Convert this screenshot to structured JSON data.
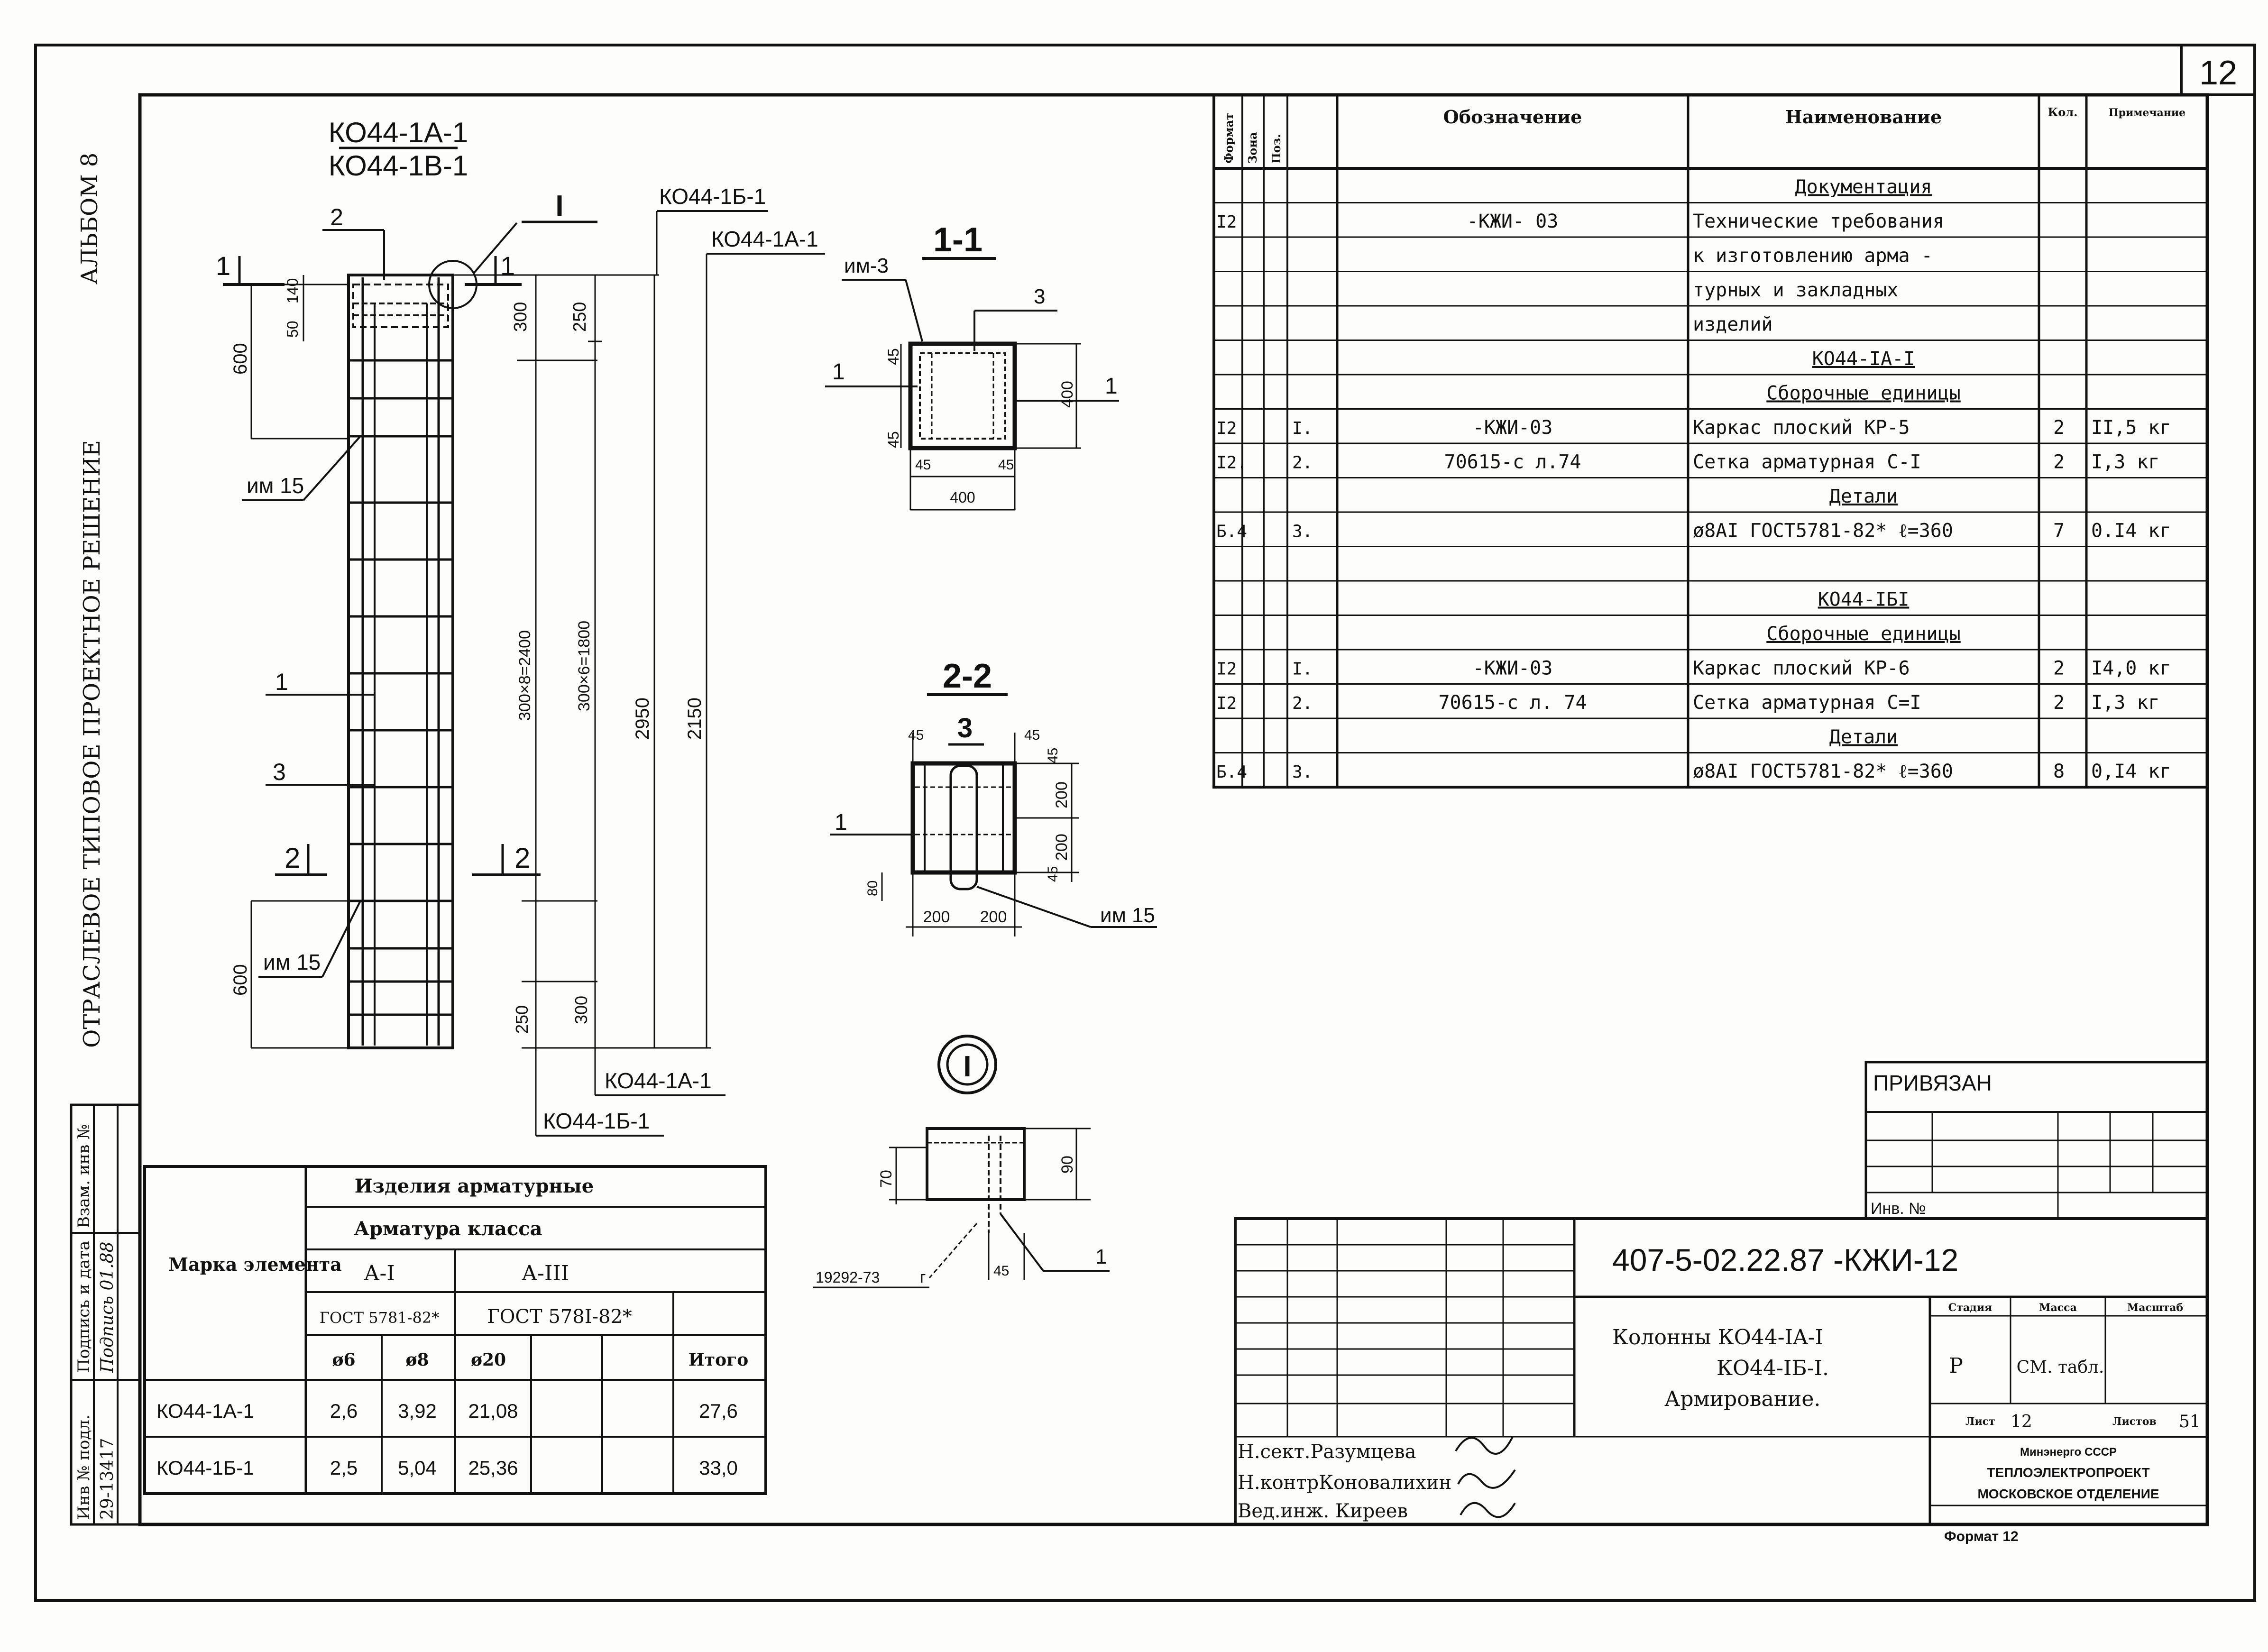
{
  "sheet_number": "12",
  "side_labels": {
    "album": "АЛЬБОМ 8",
    "title": "ОТРАСЛЕВОЕ ТИПОВОЕ ПРОЕКТНОЕ РЕШЕНИЕ",
    "stamp": [
      "Инв № подл.",
      "Подпись и дата",
      "Взам. инв №"
    ],
    "stamp_values": [
      "29-13417",
      "Подпись 01.88"
    ]
  },
  "elevation": {
    "mark_top": "КО44-1А-1",
    "mark_bottom": "КО44-1В-1",
    "section_mark": "I",
    "callout_b": "КО44-1Б-1",
    "callout_a": "КО44-1А-1",
    "callout_a_bottom": "КО44-1А-1",
    "callout_b_bottom": "КО44-1Б-1",
    "pos_2": "2",
    "pos_1": "1",
    "pos_3": "3",
    "cut1_left": "1",
    "cut1_right": "1",
    "cut2_left": "2",
    "cut2_right": "2",
    "dim_600_top": "600",
    "dim_50": "50",
    "dim_140": "140",
    "dim_300_top": "300",
    "dim_250_top": "250",
    "dim_spacing1": "300×8=2400",
    "dim_spacing2": "300×6=1800",
    "dim_2950": "2950",
    "dim_2150": "2150",
    "dim_600_bot": "600",
    "dim_250_bot": "250",
    "dim_300_bot": "300",
    "weld_top": "им 15",
    "weld_bottom": "им 15"
  },
  "section_11": {
    "title": "1-1",
    "weld": "им-3",
    "pos": "3",
    "cut_l": "1",
    "cut_r": "1",
    "d45a": "45",
    "d45b": "45",
    "d400v": "400",
    "d45c": "45",
    "d45d": "45",
    "d400h": "400"
  },
  "section_22": {
    "title": "2-2",
    "pos": "3",
    "cut_l": "1",
    "d45a": "45",
    "d45b": "45",
    "d45c": "45",
    "d45d": "45",
    "d200a": "200",
    "d200b": "200",
    "d80": "80",
    "d200h1": "200",
    "d200h2": "200",
    "weld": "им 15"
  },
  "node_I": {
    "mark": "I",
    "d70": "70",
    "d90": "90",
    "d45": "45",
    "std": "19292-73",
    "g": "г",
    "pos": "1"
  },
  "spec": {
    "headers": [
      "Формат",
      "Зона",
      "Поз.",
      "Обозначение",
      "Наименование",
      "Кол.",
      "Примечание"
    ],
    "rows": [
      {
        "fmt": "",
        "pos": "",
        "des": "",
        "name": "Документация",
        "qty": "",
        "note": "",
        "u": true
      },
      {
        "fmt": "I2",
        "pos": "",
        "des": "-КЖИ- 03",
        "name": "Технические требования",
        "qty": "",
        "note": ""
      },
      {
        "fmt": "",
        "pos": "",
        "des": "",
        "name": "к изготовлению арма -",
        "qty": "",
        "note": ""
      },
      {
        "fmt": "",
        "pos": "",
        "des": "",
        "name": "турных и закладных",
        "qty": "",
        "note": ""
      },
      {
        "fmt": "",
        "pos": "",
        "des": "",
        "name": "изделий",
        "qty": "",
        "note": ""
      },
      {
        "fmt": "",
        "pos": "",
        "des": "",
        "name": "КО44-IA-I",
        "qty": "",
        "note": "",
        "u": true
      },
      {
        "fmt": "",
        "pos": "",
        "des": "",
        "name": "Сборочные единицы",
        "qty": "",
        "note": "",
        "u": true
      },
      {
        "fmt": "I2",
        "pos": "I.",
        "des": "-КЖИ-03",
        "name": "Каркас плоский КР-5",
        "qty": "2",
        "note": "II,5 кг"
      },
      {
        "fmt": "I2.",
        "pos": "2.",
        "des": "70615-с л.74",
        "name": "Сетка арматурная С-I",
        "qty": "2",
        "note": "I,3  кг"
      },
      {
        "fmt": "",
        "pos": "",
        "des": "",
        "name": "Детали",
        "qty": "",
        "note": "",
        "u": true
      },
      {
        "fmt": "Б.4",
        "pos": "3.",
        "des": "",
        "name": "ø8AI ГОСТ5781-82* ℓ=360",
        "qty": "7",
        "note": "0.I4 кг"
      },
      {
        "fmt": "",
        "pos": "",
        "des": "",
        "name": "",
        "qty": "",
        "note": ""
      },
      {
        "fmt": "",
        "pos": "",
        "des": "",
        "name": "КО44-IБI",
        "qty": "",
        "note": "",
        "u": true
      },
      {
        "fmt": "",
        "pos": "",
        "des": "",
        "name": "Сборочные единицы",
        "qty": "",
        "note": "",
        "u": true
      },
      {
        "fmt": "I2",
        "pos": "I.",
        "des": "-КЖИ-03",
        "name": "Каркас плоский КР-6",
        "qty": "2",
        "note": "I4,0 кг"
      },
      {
        "fmt": "I2",
        "pos": "2.",
        "des": "70615-с л. 74",
        "name": "Сетка арматурная С=I",
        "qty": "2",
        "note": "I,3 кг"
      },
      {
        "fmt": "",
        "pos": "",
        "des": "",
        "name": "Детали",
        "qty": "",
        "note": "",
        "u": true
      },
      {
        "fmt": "Б.4",
        "pos": "3.",
        "des": "",
        "name": "ø8AI ГОСТ5781-82* ℓ=360",
        "qty": "8",
        "note": "0,I4 кг"
      }
    ]
  },
  "steel_table": {
    "title": "Изделия арматурные",
    "subtitle": "Арматура класса",
    "mark_header": "Марка элемента",
    "class1": "А-I",
    "class3": "А-III",
    "gost1": "ГОСТ 5781-82*",
    "gost3": "ГОСТ 578I-82*",
    "d6": "ø6",
    "d8": "ø8",
    "d20": "ø20",
    "total": "Итого",
    "rows": [
      {
        "mark": "КО44-1А-1",
        "d6": "2,6",
        "d8": "3,92",
        "d20": "21,08",
        "total": "27,6"
      },
      {
        "mark": "КО44-1Б-1",
        "d6": "2,5",
        "d8": "5,04",
        "d20": "25,36",
        "total": "33,0"
      }
    ]
  },
  "privyazan": {
    "title": "ПРИВЯЗАН",
    "inv": "Инв. №"
  },
  "title_block": {
    "code": "407-5-02.22.87 -КЖИ-12",
    "name_l1": "Колонны КО44-IA-I",
    "name_l2": "КО44-IБ-I.",
    "name_l3": "Армирование.",
    "stage_h": "Стадия",
    "mass_h": "Масса",
    "scale_h": "Масштаб",
    "stage": "Р",
    "mass": "СМ. табл.",
    "sheet_h": "Лист",
    "sheet": "12",
    "sheets_h": "Листов",
    "sheets": "51",
    "org1": "Минэнерго СССР",
    "org2": "ТЕПЛОЭЛЕКТРОПРОЕКТ",
    "org3": "МОСКОВСКОЕ ОТДЕЛЕНИЕ",
    "signers": [
      "Н.сект.Разумцева",
      "Н.контрКоновалихин",
      "Вед.инж. Киреев"
    ],
    "format": "Формат 12"
  }
}
